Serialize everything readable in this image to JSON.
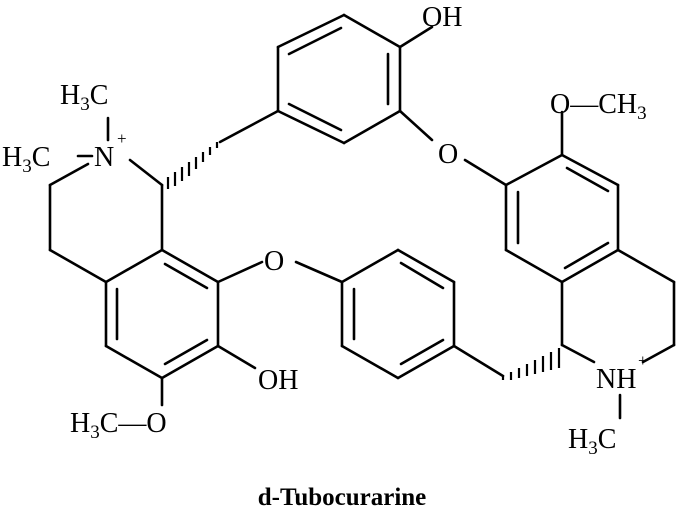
{
  "molecule": {
    "name": "d-Tubocurarine"
  },
  "atoms": {
    "oh_top": "OH",
    "oh_bottom": "OH",
    "o_ether_top": "O",
    "o_ether_left": "O",
    "methoxy_right": {
      "o": "O",
      "dash": "—",
      "c": "CH",
      "sub": "3"
    },
    "methoxy_left": {
      "c": "H",
      "sub": "3",
      "c2": "C",
      "dash": "—",
      "o": "O"
    },
    "n_quat": {
      "methyl_up": {
        "h": "H",
        "sub": "3",
        "c": "C"
      },
      "methyl_left": {
        "h": "H",
        "sub": "3",
        "c": "C"
      },
      "n": "N",
      "charge": "+"
    },
    "nh_plus": {
      "n": "NH",
      "charge": "+"
    },
    "n_methyl_bottom": {
      "h": "H",
      "sub": "3",
      "c": "C"
    }
  }
}
